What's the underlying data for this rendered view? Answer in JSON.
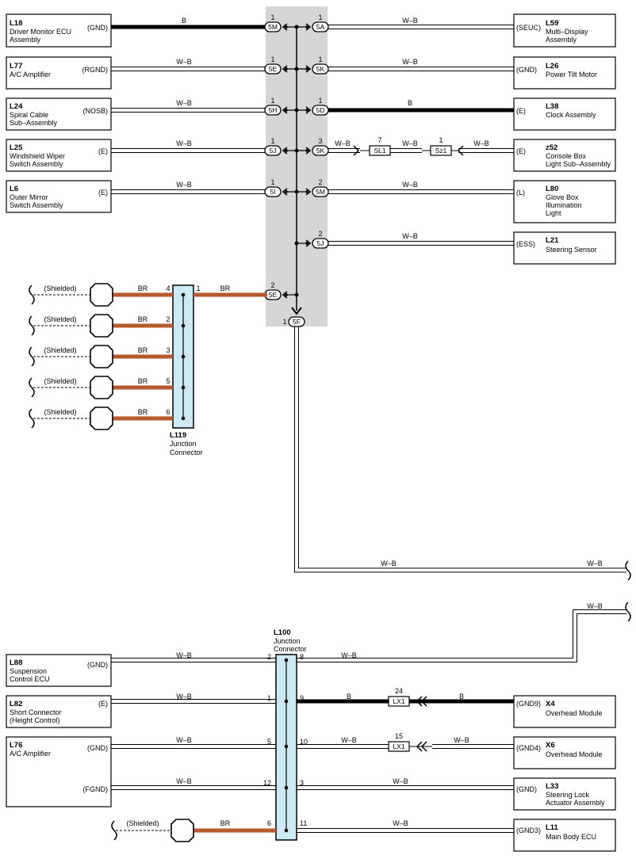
{
  "colors": {
    "shade": "#d6d6d6",
    "junction": "#cde9f6",
    "br": "#b5592e",
    "black": "#000000"
  },
  "components": {
    "L18": {
      "code": "L18",
      "lines": [
        "Driver Monitor ECU",
        "Assembly"
      ],
      "pin": "(GND)"
    },
    "L77": {
      "code": "L77",
      "lines": [
        "A/C Amplifier"
      ],
      "pin": "(RGND)"
    },
    "L24": {
      "code": "L24",
      "lines": [
        "Spiral Cable",
        "Sub–Assembly"
      ],
      "pin": "(NOSB)"
    },
    "L25": {
      "code": "L25",
      "lines": [
        "Windshield Wiper",
        "Switch Assembly"
      ],
      "pin": "(E)"
    },
    "L6": {
      "code": "L6",
      "lines": [
        "Outer Mirror",
        "Switch Assembly"
      ],
      "pin": "(E)"
    },
    "L59": {
      "code": "L59",
      "lines": [
        "Multi–Display",
        "Assembly"
      ],
      "pin": "(SEUC)"
    },
    "L26": {
      "code": "L26",
      "lines": [
        "Power Tilt Motor"
      ],
      "pin": "(GND)"
    },
    "L38": {
      "code": "L38",
      "lines": [
        "Clock Assembly"
      ],
      "pin": "(E)"
    },
    "z52": {
      "code": "z52",
      "lines": [
        "Console Box",
        "Light Sub–Assembly"
      ],
      "pin": "(E)"
    },
    "L80": {
      "code": "L80",
      "lines": [
        "Glove Box",
        "Illumination",
        "Light"
      ],
      "pin": "(L)"
    },
    "L21": {
      "code": "L21",
      "lines": [
        "Steering Sensor"
      ],
      "pin": "(ESS)"
    },
    "L88": {
      "code": "L88",
      "lines": [
        "Suspension",
        "Control ECU"
      ],
      "pin": "(GND)"
    },
    "L82": {
      "code": "L82",
      "lines": [
        "Short Connector",
        "(Height Control)"
      ],
      "pin": "(E)"
    },
    "L76": {
      "code": "L76",
      "lines": [
        "A/C Amplifier"
      ],
      "pin": "(GND)",
      "pin2": "(FGND)"
    },
    "X4": {
      "code": "X4",
      "lines": [
        "Overhead Module"
      ],
      "pin": "(GND9)"
    },
    "X6": {
      "code": "X6",
      "lines": [
        "Overhead Module"
      ],
      "pin": "(GND4)"
    },
    "L33": {
      "code": "L33",
      "lines": [
        "Steering Lock",
        "Actuator Assembly"
      ],
      "pin": "(GND)"
    },
    "L11": {
      "code": "L11",
      "lines": [
        "Main Body ECU"
      ],
      "pin": "(GND3)"
    }
  },
  "junctions": {
    "L119": {
      "code": "L119",
      "lines": [
        "Junction",
        "Connector"
      ]
    },
    "L100": {
      "code": "L100",
      "lines": [
        "Junction",
        "Connector"
      ]
    }
  },
  "wire_colors": {
    "B": "B",
    "WB": "W–B",
    "BR": "BR"
  },
  "shielded": "(Shielded)",
  "connectors": {
    "c5M": "5M",
    "c5E": "5E",
    "c5H": "5H",
    "c5J": "5J",
    "c5I": "5I",
    "c5A": "5A",
    "c5K": "5K",
    "c5D": "5D",
    "c5F": "5F",
    "SL1": "SL1",
    "Sz1": "Sz1",
    "LX1": "LX1"
  },
  "pins": {
    "one": "1",
    "two": "2",
    "three": "3",
    "four": "4",
    "five": "5",
    "six": "6",
    "seven": "7",
    "eight": "8",
    "nine": "9",
    "ten": "10",
    "eleven": "11",
    "twelve": "12",
    "fifteen": "15",
    "twentyfour": "24"
  }
}
